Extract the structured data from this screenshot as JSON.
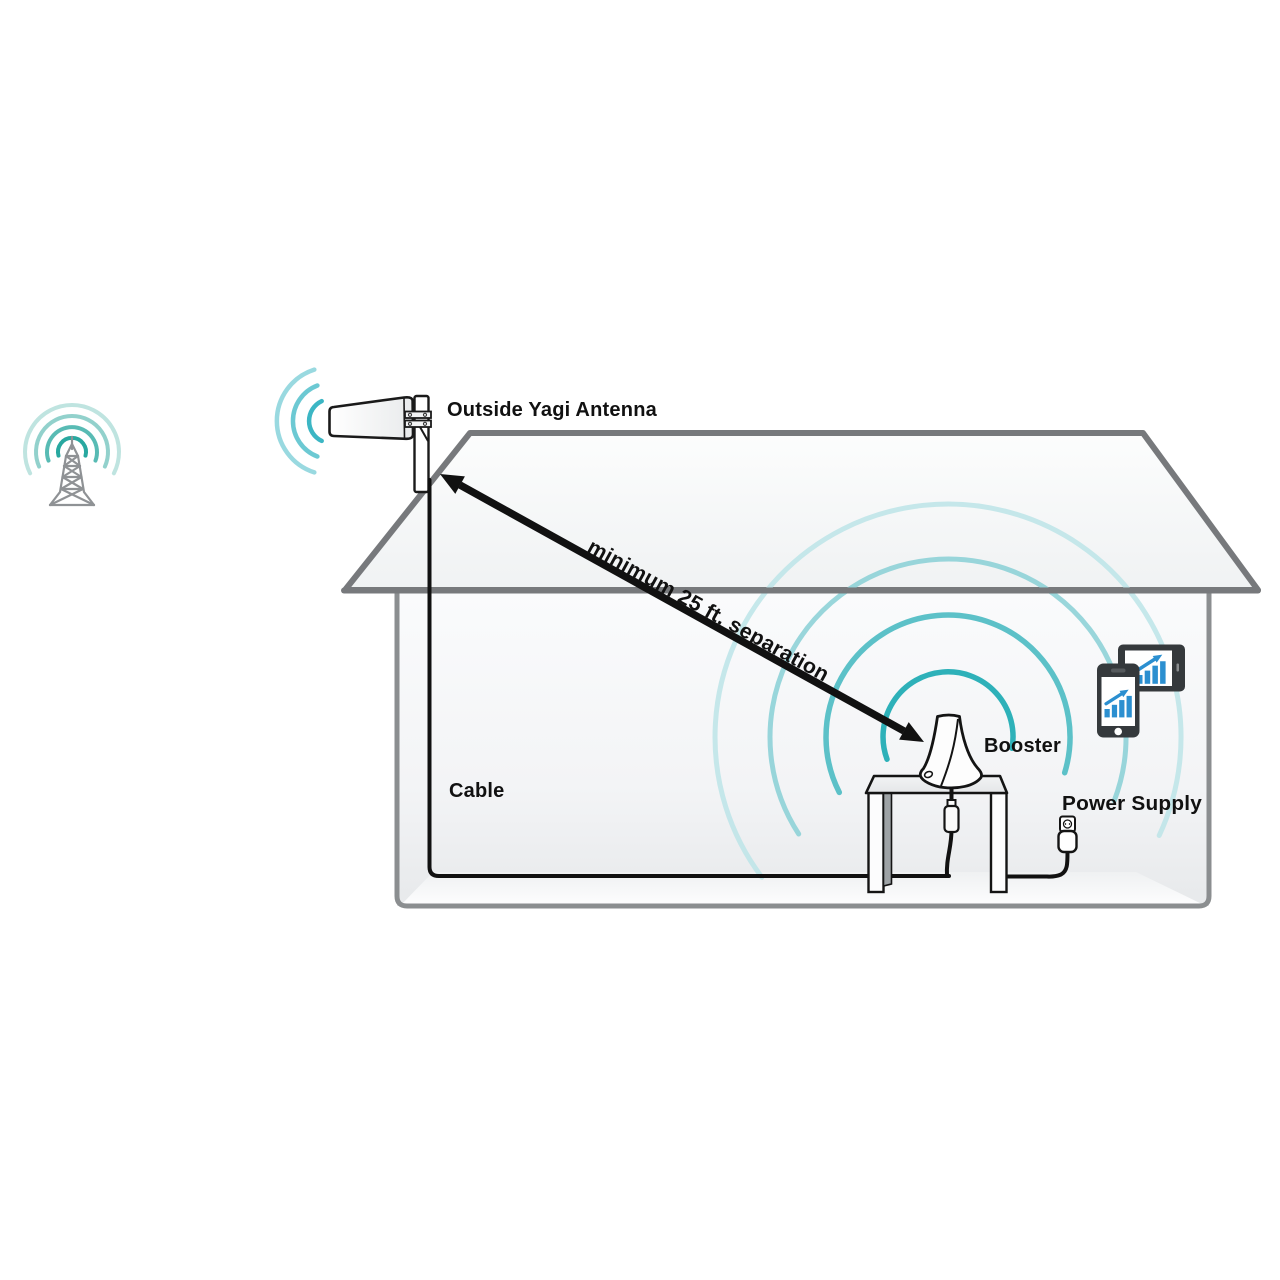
{
  "diagram": {
    "title_context": "Cell signal booster installation diagram",
    "labels": {
      "outside_antenna": "Outside Yagi Antenna",
      "separation": "minimum 25 ft. separation",
      "cable": "Cable",
      "booster": "Booster",
      "power_supply": "Power Supply"
    },
    "colors": {
      "outline_dark": "#141414",
      "roof_gray": "#77797c",
      "wall_gray": "#8b8e90",
      "tower_gray": "#8f9295",
      "device_body": "#35393c",
      "device_blue": "#2b8fd0",
      "antenna_arcs": [
        "#3cb6c4",
        "#52bfcb",
        "#6ec9d3"
      ],
      "tower_arcs": [
        "#28a8a0",
        "#4fb7b0",
        "#7fc9c3",
        "#a9dbd6"
      ],
      "booster_arcs": [
        "#2eb1b9",
        "#53bec5",
        "#8ed2d7",
        "#bce4e7"
      ]
    },
    "icons": {
      "cell-tower-icon": "lattice radio tower with concentric signal arcs",
      "yagi-antenna-icon": "wedge-shaped directional antenna on mast",
      "signal-arcs-icon": "concentric teal arcs (radio waves)",
      "booster-icon": "cone-shaped indoor booster unit",
      "table-icon": "side table",
      "phone-icon": "smartphone with rising signal bars",
      "tablet-icon": "tablet with rising signal bars",
      "signal-bars-icon": "blue ascending bar chart with up arrow",
      "outlet-icon": "wall power outlet",
      "plug-icon": "power plug with cord",
      "arrow-icon": "double-headed separation arrow"
    }
  }
}
